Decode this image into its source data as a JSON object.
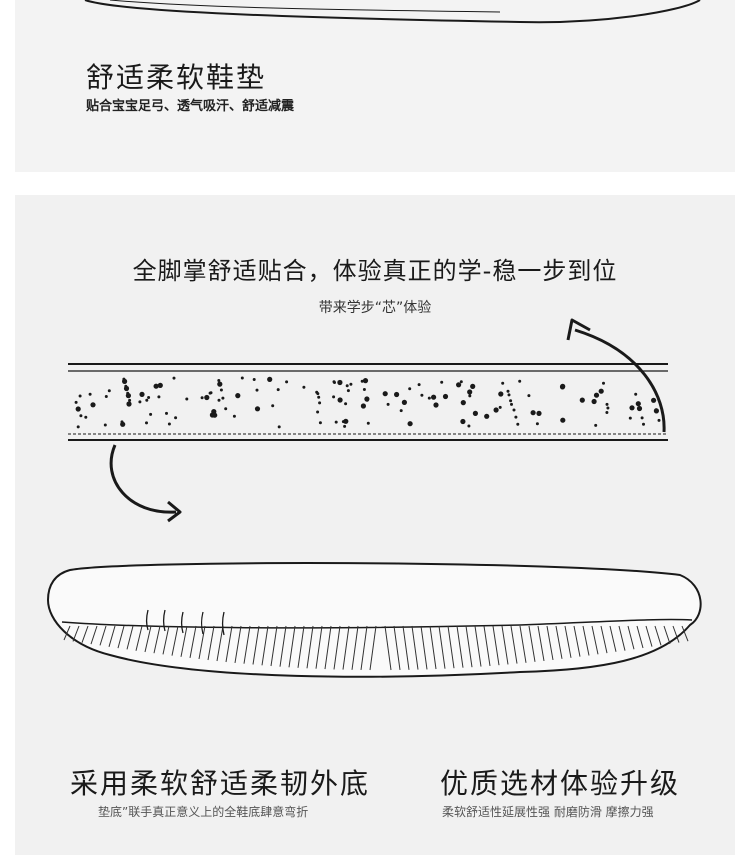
{
  "top_section": {
    "title": "舒适柔软鞋垫",
    "subtitle": "贴合宝宝足弓、透气吸汗、舒适减震"
  },
  "main_section": {
    "headline": "全脚掌舒适贴合，体验真正的学-稳一步到位",
    "subheadline": "带来学步“芯”体验"
  },
  "bottom_left": {
    "title": "采用柔软舒适柔韧外底",
    "subtitle": "垫底”联手真正意义上的全鞋底肆意弯折"
  },
  "bottom_right": {
    "title": "优质选材体验升级",
    "subtitle": "柔软舒适性延展性强 耐磨防滑 摩擦力强"
  },
  "colors": {
    "panel_background": "#f1f1f1",
    "line_art": "#1a1a1a"
  }
}
